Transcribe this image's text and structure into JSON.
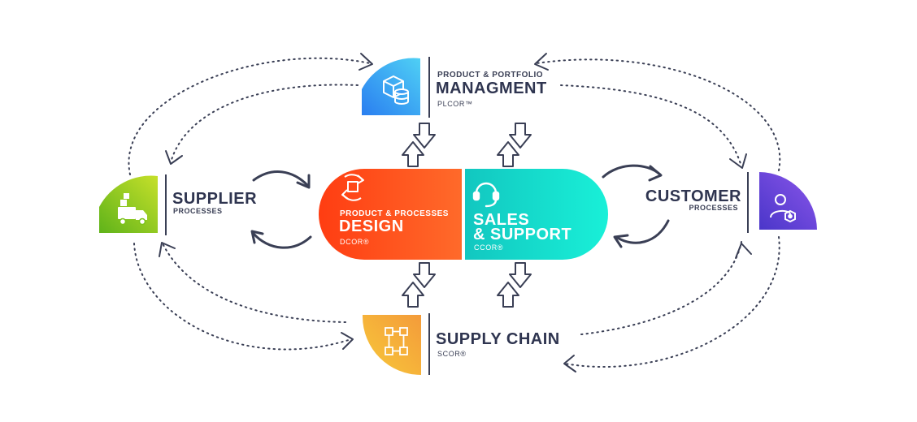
{
  "nodes": {
    "plm": {
      "line1": "PRODUCT & PORTFOLIO",
      "line2": "MANAGMENT",
      "standard": "PLCOR™",
      "icon": "boxes-database-icon",
      "color": "#2b8ef0"
    },
    "supplier": {
      "line1": "SUPPLIER",
      "line2": "PROCESSES",
      "icon": "delivery-truck-icon",
      "color": "#7cc21b"
    },
    "customer": {
      "line1": "CUSTOMER",
      "line2": "PROCESSES",
      "icon": "user-settings-icon",
      "color": "#5b3fd6"
    },
    "supply_chain": {
      "line1": "SUPPLY CHAIN",
      "standard": "SCOR®",
      "icon": "flow-chart-icon",
      "color": "#f5b23a"
    },
    "design": {
      "line1": "PRODUCT & PROCESSES",
      "line2": "DESIGN",
      "standard": "DCOR®",
      "icon": "rotate-cube-icon",
      "color": "#ff4a1c"
    },
    "sales": {
      "line1": "SALES",
      "line2": "& SUPPORT",
      "standard": "CCOR®",
      "icon": "headset-icon",
      "color": "#19d5c8"
    }
  }
}
